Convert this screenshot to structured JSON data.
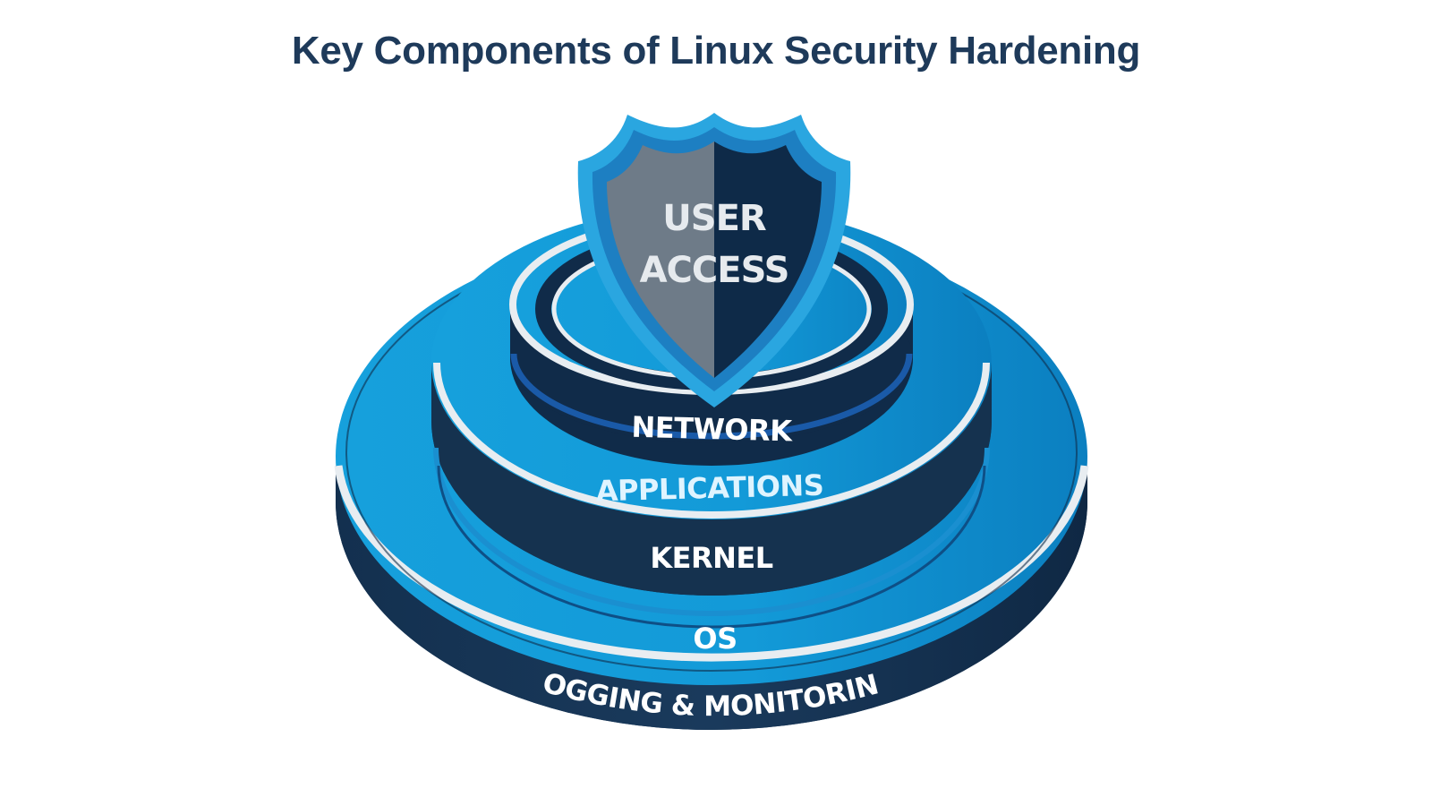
{
  "title": "Key Components of Linux Security Hardening",
  "layers": {
    "user_access_line1": "USER",
    "user_access_line2": "ACCESS",
    "network": "NETWORK",
    "applications": "APPLICATIONS",
    "kernel": "KERNEL",
    "os": "OS",
    "logging": "LOGGING & MONITORING"
  },
  "colors": {
    "navy": "#0e2a48",
    "blue": "#1294d2",
    "light_blue": "#29a9e3",
    "shield_gray": "#6e7b88",
    "title": "#1e3a5a",
    "ring": "#e8edf1"
  }
}
